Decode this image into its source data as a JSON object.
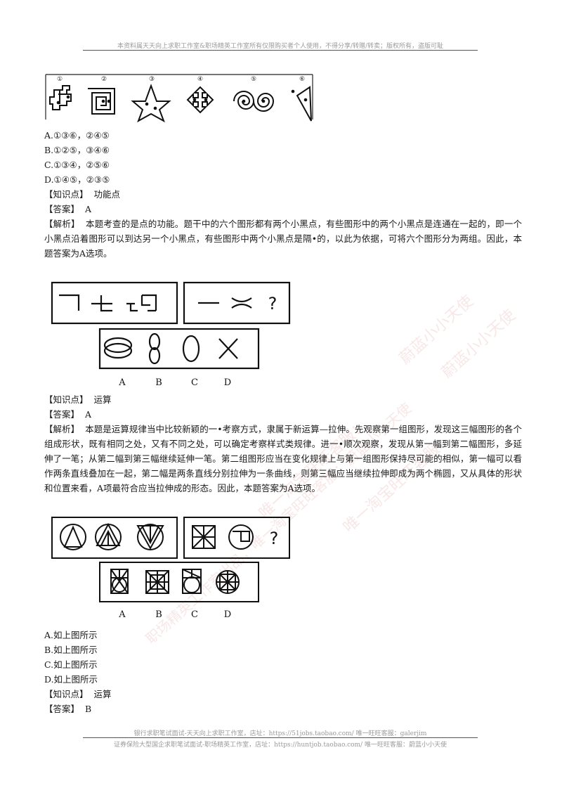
{
  "header": {
    "notice": "本资料属天天向上求职工作室&职场精英工作室所有仅限购买者个人使用，不得分享/转赠/转卖；版权所有，盗版可耻"
  },
  "q1": {
    "figure_numbers": [
      "①",
      "②",
      "③",
      "④",
      "⑤",
      "⑥"
    ],
    "options": [
      "A.①③⑥，②④⑤",
      "B.①②⑤，③④⑥",
      "C.①③④，②⑤⑥",
      "D.①④⑤，②③⑤"
    ],
    "knowledge_label": "【知识点】",
    "knowledge": "功能点",
    "answer_label": "【答案】",
    "answer": "A",
    "analysis_label": "【解析】",
    "analysis": "本题考查的是点的功能。题干中的六个图形都有两个小黑点，有些图形中的两个小黑点是连通在一起的，即一个小黑点沿着图形可以到达另一个小黑点，有些图形中两个小黑点是隔•的，以此为依据，可将六个图形分为两组。因此，本题答案为A选项。"
  },
  "q2": {
    "question_mark": "?",
    "option_letters": [
      "A",
      "B",
      "C",
      "D"
    ],
    "knowledge_label": "【知识点】",
    "knowledge": "运算",
    "answer_label": "【答案】",
    "answer": "A",
    "analysis_label": "【解析】",
    "analysis": "本题是运算规律当中比较新颖的一•考察方式，隶属于新运算—拉伸。先观察第一组图形，发现这三幅图形的各个组成形状，既有相同之处，又有不同之处，可以确定考察样式类规律。进一•顺次观察，发现从第一幅到第二幅图形，多延伸了一笔；从第二幅到第三幅继续延伸一笔。第二组图形应当在变化规律上与第一组图形保持尽可能的相似，第一幅可以看作两条直线叠加在一起，第二幅是两条直线分别拉伸为一条曲线，则第三幅应当继续拉伸即成为两个椭圆，又从具体的形状和位置来看，A项最符合应当拉伸成的形态。因此，本题答案为A选项。"
  },
  "q3": {
    "question_mark": "?",
    "option_letters": [
      "A",
      "B",
      "C",
      "D"
    ],
    "options": [
      "A.如上图所示",
      "B.如上图所示",
      "C.如上图所示",
      "D.如上图所示"
    ],
    "knowledge_label": "【知识点】",
    "knowledge": "运算",
    "answer_label": "【答案】",
    "answer": "B"
  },
  "footer": {
    "line1": "银行求职笔试面试-天天向上求职工作室，店址：https://51jobs.taobao.com/ 唯一旺旺客服：galerjim",
    "line2": "证券保险大型国企求职笔试面试-职场精英工作室，店址：https://huntjob.taobao.com/ 唯一旺旺客服：蔚蓝小小天使"
  },
  "watermarks": [
    "蔚蓝小小天使",
    "蔚蓝小小天使",
    "唯一淘宝旺旺客服：",
    "唯一淘宝旺旺客服：",
    "职场精英工作室出品，唯一淘宝旺旺客服：蔚蓝小小天使"
  ]
}
